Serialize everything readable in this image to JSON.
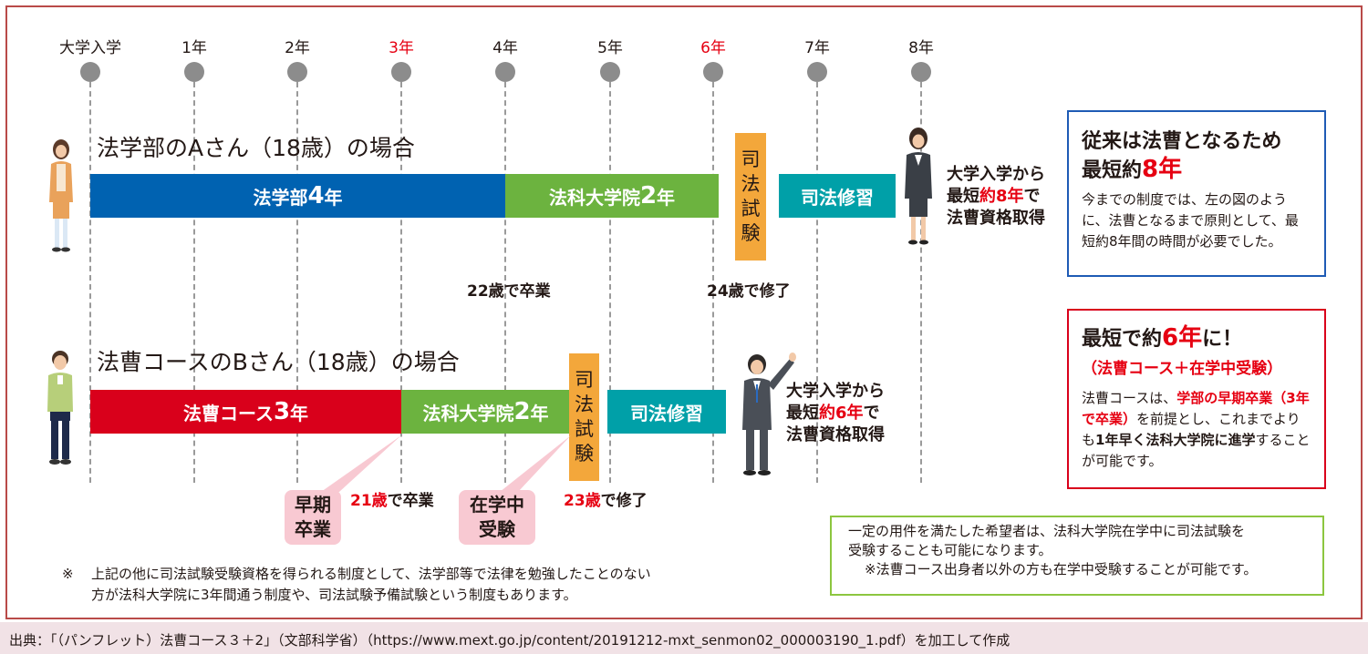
{
  "years": [
    {
      "label": "大学入学",
      "red": false
    },
    {
      "label": "1年",
      "red": false
    },
    {
      "label": "2年",
      "red": false
    },
    {
      "label": "3年",
      "red": true
    },
    {
      "label": "4年",
      "red": false
    },
    {
      "label": "5年",
      "red": false
    },
    {
      "label": "6年",
      "red": true
    },
    {
      "label": "7年",
      "red": false
    },
    {
      "label": "8年",
      "red": false
    }
  ],
  "case_a": {
    "title": "法学部のAさん（18歳）の場合",
    "bar1_text": "法学部",
    "bar1_num": "4",
    "bar1_unit": "年",
    "bar2_text": "法科大学院",
    "bar2_num": "2",
    "bar2_unit": "年",
    "exam": [
      "司",
      "法",
      "試",
      "験"
    ],
    "training": "司法修習",
    "note1": "22歳で卒業",
    "note2": "24歳で修了",
    "result_l1": "大学入学から",
    "result_l2a": "最短",
    "result_l2b": "約8年",
    "result_l2c": "で",
    "result_l3": "法曹資格取得"
  },
  "case_b": {
    "title": "法曹コースのBさん（18歳）の場合",
    "bar1_text": "法曹コース",
    "bar1_num": "3",
    "bar1_unit": "年",
    "bar2_text": "法科大学院",
    "bar2_num": "2",
    "bar2_unit": "年",
    "exam": [
      "司",
      "法",
      "試",
      "験"
    ],
    "training": "司法修習",
    "note1_age": "21歳",
    "note1_rest": "で卒業",
    "note2_age": "23歳",
    "note2_rest": "で修了",
    "bubble1": [
      "早期",
      "卒業"
    ],
    "bubble2": [
      "在学中",
      "受験"
    ],
    "result_l1": "大学入学から",
    "result_l2a": "最短",
    "result_l2b": "約6年",
    "result_l2c": "で",
    "result_l3": "法曹資格取得"
  },
  "panel_blue": {
    "title_l1": "従来は法曹となるため",
    "title_l2a": "最短約",
    "title_l2b": "8年",
    "body": "今までの制度では、左の図のように、法曹となるまで原則として、最短約8年間の時間が必要でした。"
  },
  "panel_red": {
    "title_a": "最短で約",
    "title_b": "6年",
    "title_c": "に！",
    "subtitle": "（法曹コース＋在学中受験）",
    "body_1": "法曹コースは、",
    "body_2": "学部の早期卒業（3年で卒業）",
    "body_3": "を前提とし、これまでよりも",
    "body_4": "1年早く法科大学院に進学",
    "body_5": "することが可能です。"
  },
  "footnote": {
    "mark": "※",
    "line1": "上記の他に司法試験受験資格を得られる制度として、法学部等で法律を勉強したことのない",
    "line2": "方が法科大学院に3年間通う制度や、司法試験予備試験という制度もあります。"
  },
  "green_note": {
    "line1": "一定の用件を満たした希望者は、法科大学院在学中に司法試験を",
    "line2": "受験することも可能になります。",
    "line3": "※法曹コース出身者以外の方も在学中受験することが可能です。"
  },
  "source": "出典：「（パンフレット）法曹コース３＋2」（文部科学省）（https://www.mext.go.jp/content/20191212-mxt_senmon02_000003190_1.pdf）を加工して作成",
  "colors": {
    "blue": "#0062b1",
    "green": "#6cb33f",
    "teal": "#00a0a8",
    "red": "#d9001b",
    "orange": "#f3a73b",
    "pink": "#f8c9d2"
  }
}
